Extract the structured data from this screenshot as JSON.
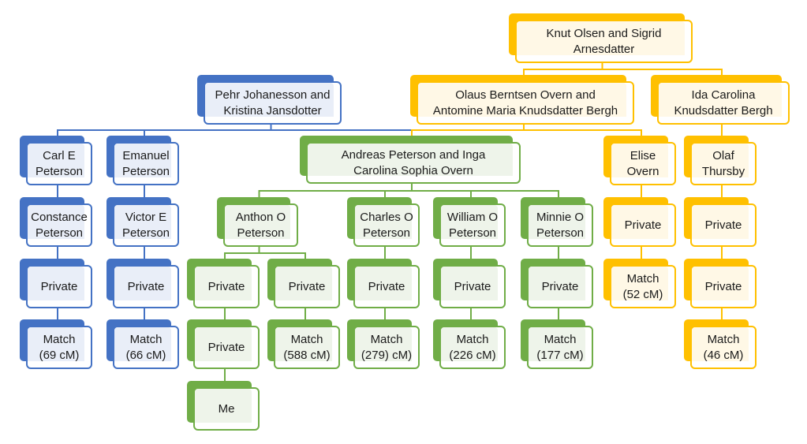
{
  "diagram": {
    "type": "family-tree",
    "colors": {
      "blue": "#4472C4",
      "green": "#70AD47",
      "gold": "#FFC000"
    },
    "nodes": [
      {
        "id": "knut",
        "label": "Knut Olsen and Sigrid\nArnesdatter",
        "color": "gold"
      },
      {
        "id": "pehr",
        "label": "Pehr Johanesson and\nKristina Jansdotter",
        "color": "blue"
      },
      {
        "id": "olaus",
        "label": "Olaus Berntsen Overn and\nAntomine Maria Knudsdatter Bergh",
        "color": "gold"
      },
      {
        "id": "ida",
        "label": "Ida Carolina\nKnudsdatter Bergh",
        "color": "gold"
      },
      {
        "id": "carl",
        "label": "Carl E\nPeterson",
        "color": "blue"
      },
      {
        "id": "emanuel",
        "label": "Emanuel\nPeterson",
        "color": "blue"
      },
      {
        "id": "andreas",
        "label": "Andreas Peterson and Inga\nCarolina Sophia Overn",
        "color": "green"
      },
      {
        "id": "elise",
        "label": "Elise\nOvern",
        "color": "gold"
      },
      {
        "id": "olaf",
        "label": "Olaf\nThursby",
        "color": "gold"
      },
      {
        "id": "constance",
        "label": "Constance\nPeterson",
        "color": "blue"
      },
      {
        "id": "victor",
        "label": "Victor E\nPeterson",
        "color": "blue"
      },
      {
        "id": "anthon",
        "label": "Anthon O\nPeterson",
        "color": "green"
      },
      {
        "id": "charles",
        "label": "Charles O\nPeterson",
        "color": "green"
      },
      {
        "id": "william",
        "label": "William O\nPeterson",
        "color": "green"
      },
      {
        "id": "minnie",
        "label": "Minnie O\nPeterson",
        "color": "green"
      },
      {
        "id": "elise_p1",
        "label": "Private",
        "color": "gold"
      },
      {
        "id": "olaf_p1",
        "label": "Private",
        "color": "gold"
      },
      {
        "id": "carl_p1",
        "label": "Private",
        "color": "blue"
      },
      {
        "id": "victor_p1",
        "label": "Private",
        "color": "blue"
      },
      {
        "id": "anthon_p1",
        "label": "Private",
        "color": "green"
      },
      {
        "id": "anthon_p2",
        "label": "Private",
        "color": "green"
      },
      {
        "id": "charles_p1",
        "label": "Private",
        "color": "green"
      },
      {
        "id": "william_p1",
        "label": "Private",
        "color": "green"
      },
      {
        "id": "minnie_p1",
        "label": "Private",
        "color": "green"
      },
      {
        "id": "elise_match",
        "label": "Match\n(52 cM)",
        "color": "gold"
      },
      {
        "id": "olaf_p2",
        "label": "Private",
        "color": "gold"
      },
      {
        "id": "carl_match",
        "label": "Match\n(69 cM)",
        "color": "blue"
      },
      {
        "id": "victor_match",
        "label": "Match\n(66 cM)",
        "color": "blue"
      },
      {
        "id": "anthon_p1_child",
        "label": "Private",
        "color": "green"
      },
      {
        "id": "anthon_match",
        "label": "Match\n(588 cM)",
        "color": "green"
      },
      {
        "id": "charles_match",
        "label": "Match\n(279) cM)",
        "color": "green"
      },
      {
        "id": "william_match",
        "label": "Match\n(226 cM)",
        "color": "green"
      },
      {
        "id": "minnie_match",
        "label": "Match\n(177 cM)",
        "color": "green"
      },
      {
        "id": "olaf_match",
        "label": "Match\n(46 cM)",
        "color": "gold"
      },
      {
        "id": "me",
        "label": "Me",
        "color": "green"
      }
    ],
    "edges": [
      [
        "knut",
        "olaus"
      ],
      [
        "knut",
        "ida"
      ],
      [
        "pehr",
        "carl"
      ],
      [
        "pehr",
        "emanuel"
      ],
      [
        "pehr",
        "andreas"
      ],
      [
        "olaus",
        "andreas"
      ],
      [
        "olaus",
        "elise"
      ],
      [
        "ida",
        "olaf"
      ],
      [
        "carl",
        "constance"
      ],
      [
        "emanuel",
        "victor"
      ],
      [
        "constance",
        "carl_p1"
      ],
      [
        "victor",
        "victor_p1"
      ],
      [
        "carl_p1",
        "carl_match"
      ],
      [
        "victor_p1",
        "victor_match"
      ],
      [
        "andreas",
        "anthon"
      ],
      [
        "andreas",
        "charles"
      ],
      [
        "andreas",
        "william"
      ],
      [
        "andreas",
        "minnie"
      ],
      [
        "anthon",
        "anthon_p1"
      ],
      [
        "anthon",
        "anthon_p2"
      ],
      [
        "anthon_p1",
        "anthon_p1_child"
      ],
      [
        "anthon_p1_child",
        "me"
      ],
      [
        "anthon_p2",
        "anthon_match"
      ],
      [
        "charles",
        "charles_p1"
      ],
      [
        "charles_p1",
        "charles_match"
      ],
      [
        "william",
        "william_p1"
      ],
      [
        "william_p1",
        "william_match"
      ],
      [
        "minnie",
        "minnie_p1"
      ],
      [
        "minnie_p1",
        "minnie_match"
      ],
      [
        "elise",
        "elise_p1"
      ],
      [
        "elise_p1",
        "elise_match"
      ],
      [
        "olaf",
        "olaf_p1"
      ],
      [
        "olaf_p1",
        "olaf_p2"
      ],
      [
        "olaf_p2",
        "olaf_match"
      ]
    ]
  }
}
